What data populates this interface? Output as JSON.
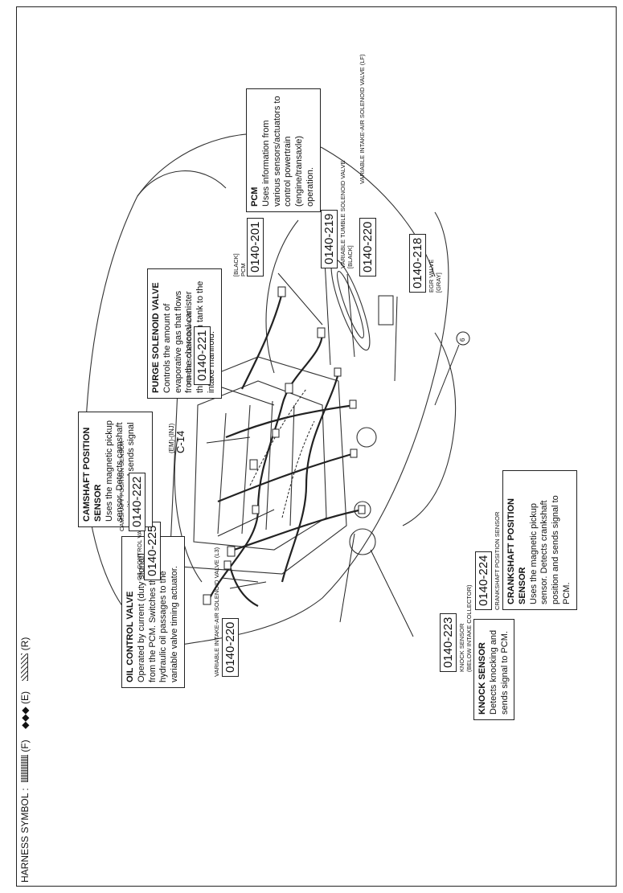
{
  "legend": {
    "title": "HARNESS SYMBOL :",
    "items": [
      {
        "tag": "(F)"
      },
      {
        "glyph": "◆◆◆",
        "tag": "(E)"
      },
      {
        "tag": "(R)"
      }
    ]
  },
  "components": {
    "oil_control_valve": {
      "code": "0140-225",
      "name": "OIL CONTROL VALVE (L3)",
      "title": "OIL CONTROL VALVE",
      "desc": "Operated by current (duty signal) from the PCM. Switches the hydraulic oil passages to the variable valve timing actuator."
    },
    "camshaft_position_sensor": {
      "code": "0140-222",
      "name": "CAMSHAFT POSITION SENSOR",
      "title": "CAMSHAFT POSITION SENSOR",
      "desc": "Uses the magnetic pickup sensor. Detects camshaft position and sends signal to PCM."
    },
    "vis_valve_l3": {
      "code": "0140-220",
      "name": "VARIABLE INTAKE-AIR SOLENOID VALVE (L3)"
    },
    "knock_sensor": {
      "code": "0140-223",
      "name": "KNOCK SENSOR",
      "sub": "(BELOW INTAKE COLLECTOR)",
      "title": "KNOCK SENSOR",
      "desc": "Detects knocking and sends signal to PCM."
    },
    "crankshaft_position_sensor": {
      "code": "0140-224",
      "name": "CRANKSHAFT POSITION SENSOR",
      "title": "CRANKSHAFT POSITION SENSOR",
      "desc": "Uses the magnetic pickup sensor. Detects crankshaft position and sends signal to PCM."
    },
    "connector_c14": {
      "tag": "(EM)-(INJ)",
      "code": "C-14"
    },
    "purge_solenoid_valve": {
      "code": "0140-221",
      "name": "PURGE SOLENOID VALVE",
      "title": "PURGE SOLENOID VALVE",
      "desc": "Controls the amount of evaporative gas that flows from the charcoal canister through the catch tank to the intake manifold."
    },
    "pcm": {
      "code": "0140-201",
      "name": "PCM",
      "color": "[BLACK]",
      "title": "PCM",
      "desc": "Uses information from various sensors/actuators to control powertrain (engine/transaxle) operation."
    },
    "vts_valve": {
      "code": "0140-219",
      "name": "VARIABLE TUMBLE SOLENOID VALVE",
      "color": "[BLACK]"
    },
    "vis_valve_lf": {
      "code": "0140-220",
      "name": "VARIABLE INTAKE-AIR SOLENOID VALVE (LF)"
    },
    "egr_valve": {
      "code": "0140-218",
      "name": "EGR VALVE",
      "color": "[GRAY]"
    },
    "ground_point": {
      "label": "6"
    }
  }
}
